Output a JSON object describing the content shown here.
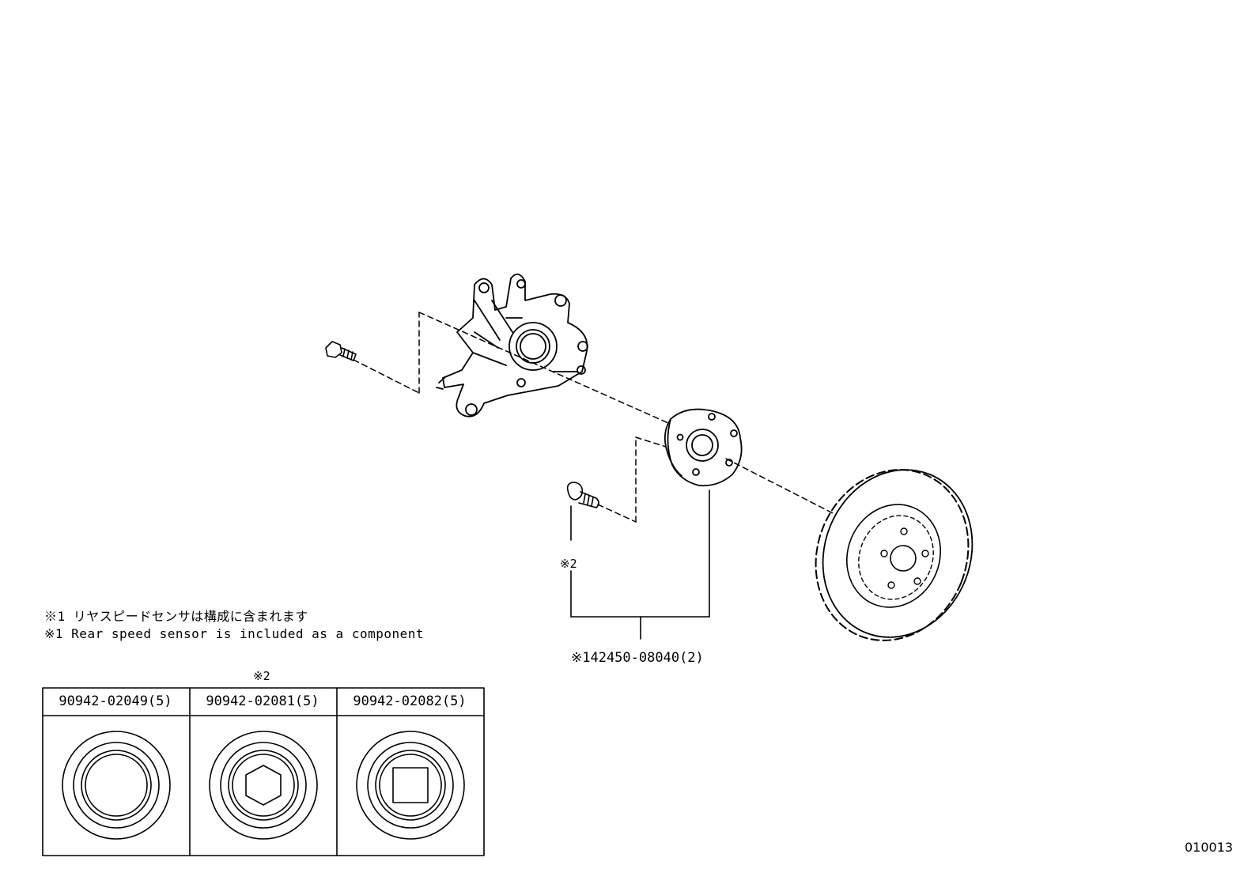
{
  "diagram": {
    "id": "010013",
    "icons": [
      "knuckle-icon",
      "bolt-icon",
      "hub-bearing-icon",
      "hub-bolt-icon",
      "brake-disc-icon"
    ]
  },
  "notes": {
    "ja": "※1 リヤスピードセンサは構成に含まれます",
    "en": "※1 Rear speed sensor is included  as a component"
  },
  "callouts": {
    "hub_bolt_marker": "※2",
    "hub_part": "※142450-08040(2)",
    "table_marker": "※2"
  },
  "table": {
    "columns": [
      {
        "part_number": "90942-02049(5)",
        "head": "round"
      },
      {
        "part_number": "90942-02081(5)",
        "head": "hexagon"
      },
      {
        "part_number": "90942-02082(5)",
        "head": "square"
      }
    ]
  }
}
